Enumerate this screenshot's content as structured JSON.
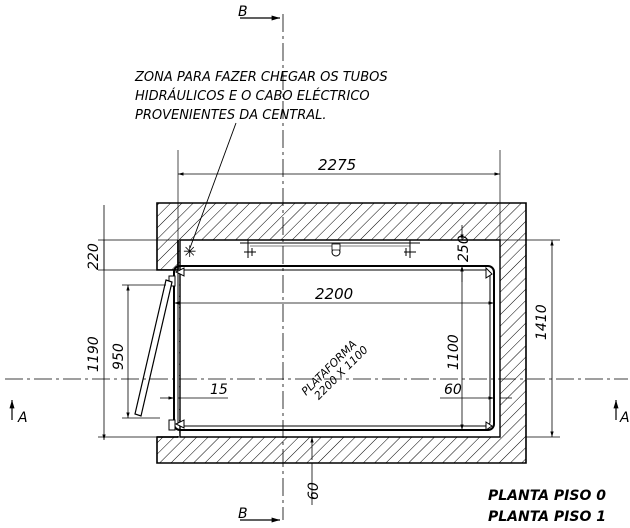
{
  "section_marks": {
    "top_letter": "B",
    "bottom_letter": "B",
    "left_letter": "A",
    "right_letter": "A"
  },
  "note_lines": [
    "ZONA PARA FAZER CHEGAR OS TUBOS",
    "HIDRÁULICOS E O CABO ELÉCTRICO",
    "PROVENIENTES DA CENTRAL."
  ],
  "dimensions": {
    "overall_width": "2275",
    "platform_width": "2200",
    "wall_top_220": "220",
    "depth_250": "250",
    "depth_1190": "1190",
    "door_950": "950",
    "platform_depth_1100": "1100",
    "overall_depth_1410": "1410",
    "gap_15": "15",
    "gap_60_right": "60",
    "gap_60_bottom": "60"
  },
  "platform_label": {
    "line1": "PLATAFORMA",
    "line2": "2200 X 1100"
  },
  "titles": [
    "PLANTA PISO 0",
    "PLANTA PISO 1"
  ]
}
